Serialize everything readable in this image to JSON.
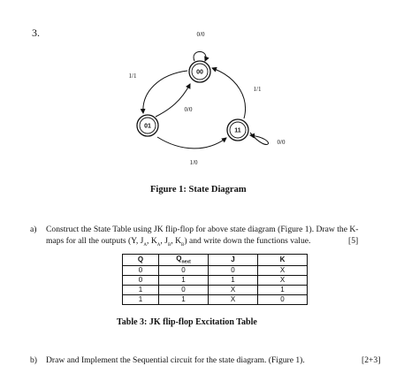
{
  "question_number": "3.",
  "diagram": {
    "states": [
      {
        "label": "00"
      },
      {
        "label": "01"
      },
      {
        "label": "11"
      }
    ],
    "transitions": [
      {
        "label": "0/0"
      },
      {
        "label": "1/1"
      },
      {
        "label": "1/1"
      },
      {
        "label": "0/0"
      },
      {
        "label": "0/0"
      },
      {
        "label": "1/0"
      }
    ]
  },
  "figure_caption": "Figure 1: State Diagram",
  "part_a": {
    "label": "a)",
    "line1": "Construct the State Table using JK flip-flop for above state diagram (Figure 1).  Draw the K-",
    "line2": "maps for all the outputs (Y, J",
    "line2_sub_a": "A",
    "line2_mid1": ", K",
    "line2_sub_b": "A",
    "line2_mid2": ", J",
    "line2_sub_c": "B",
    "line2_mid3": ", K",
    "line2_sub_d": "B",
    "line2_end": ") and write down the functions value.",
    "marks": "[5]"
  },
  "table": {
    "headers": [
      "Q",
      "Q",
      "J",
      "K"
    ],
    "header_q_next_sub": "next",
    "rows": [
      [
        "0",
        "0",
        "0",
        "X"
      ],
      [
        "0",
        "1",
        "1",
        "X"
      ],
      [
        "1",
        "0",
        "X",
        "1"
      ],
      [
        "1",
        "1",
        "X",
        "0"
      ]
    ],
    "caption": "Table 3: JK flip-flop Excitation Table"
  },
  "part_b": {
    "label": "b)",
    "text": "Draw and Implement the Sequential circuit for the state diagram. (Figure 1).",
    "marks": "[2+3]"
  }
}
